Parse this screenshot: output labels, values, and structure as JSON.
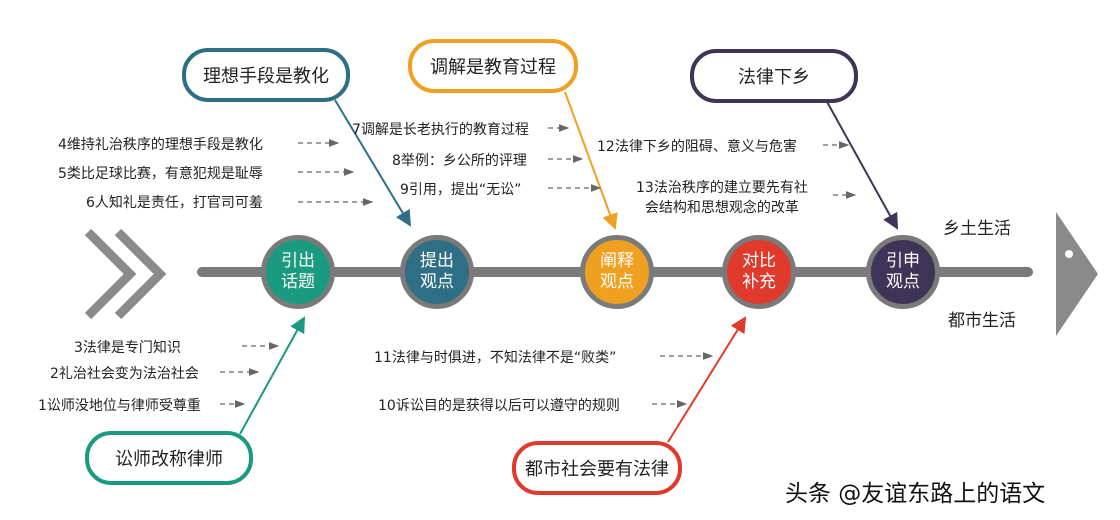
{
  "colors": {
    "teal": "#1a9a7e",
    "blue": "#2e6f86",
    "orange": "#f0a020",
    "red": "#e03a2c",
    "purple": "#3e3458",
    "spine": "#7a7a7a"
  },
  "nodes": [
    {
      "label1": "引出",
      "label2": "话题"
    },
    {
      "label1": "提出",
      "label2": "观点"
    },
    {
      "label1": "阐释",
      "label2": "观点"
    },
    {
      "label1": "对比",
      "label2": "补充"
    },
    {
      "label1": "引申",
      "label2": "观点"
    }
  ],
  "boxes": {
    "b1": "理想手段是教化",
    "b2": "调解是教育过程",
    "b3": "法律下乡",
    "b4": "讼师改称律师",
    "b5": "都市社会要有法律"
  },
  "items": {
    "i1": "1讼师没地位与律师受尊重",
    "i2": "2礼治社会变为法治社会",
    "i3": "3法律是专门知识",
    "i4": "4维持礼治秩序的理想手段是教化",
    "i5": "5类比足球比赛，有意犯规是耻辱",
    "i6": "6人知礼是责任，打官司可羞",
    "i7": "7调解是长老执行的教育过程",
    "i8": "8举例：乡公所的评理",
    "i9": "9引用，提出“无讼”",
    "i10": "10诉讼目的是获得以后可以遵守的规则",
    "i11": "11法律与时俱进，不知法律不是“败类”",
    "i12": "12法律下乡的阻碍、意义与危害",
    "i13a": "13法治秩序的建立要先有社",
    "i13b": "会结构和思想观念的改革"
  },
  "sides": {
    "top": "乡土生活",
    "bottom": "都市生活"
  },
  "watermark": "头条 @友谊东路上的语文"
}
